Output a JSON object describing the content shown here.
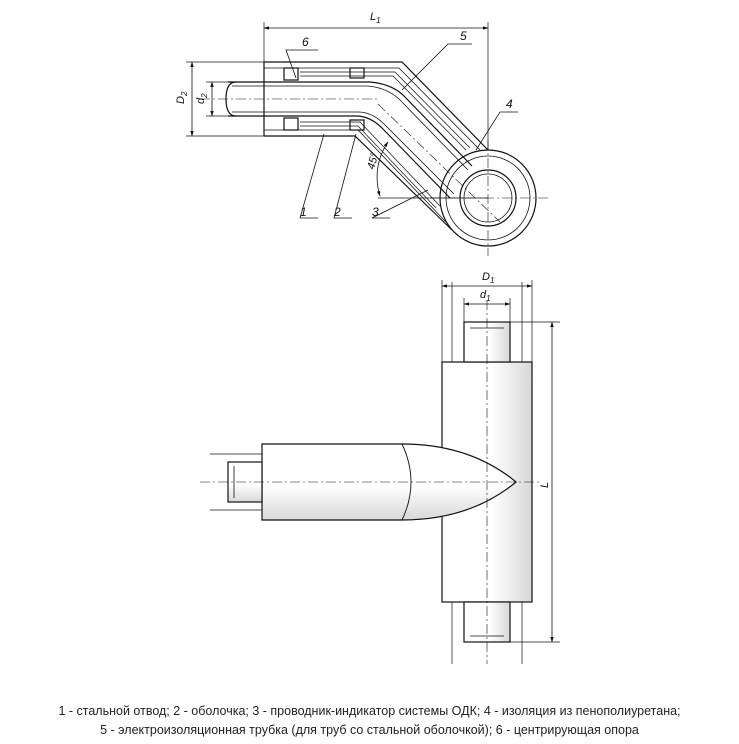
{
  "top_view": {
    "dim_L1": "L",
    "dim_L1_sub": "1",
    "dim_D2": "D",
    "dim_D2_sub": "2",
    "dim_d2": "d",
    "dim_d2_sub": "2",
    "angle": "45°",
    "callouts": [
      "1",
      "2",
      "3",
      "4",
      "5",
      "6"
    ]
  },
  "bottom_view": {
    "dim_D1": "D",
    "dim_D1_sub": "1",
    "dim_d1": "d",
    "dim_d1_sub": "1",
    "dim_L": "L"
  },
  "caption": {
    "line1": "1 - стальной отвод; 2 - оболочка; 3 - проводник-индикатор системы ОДК; 4 - изоляция из пенополиуретана;",
    "line2": "5 - электроизоляционная трубка (для труб со стальной оболочкой); 6 - центрирующая опора"
  }
}
